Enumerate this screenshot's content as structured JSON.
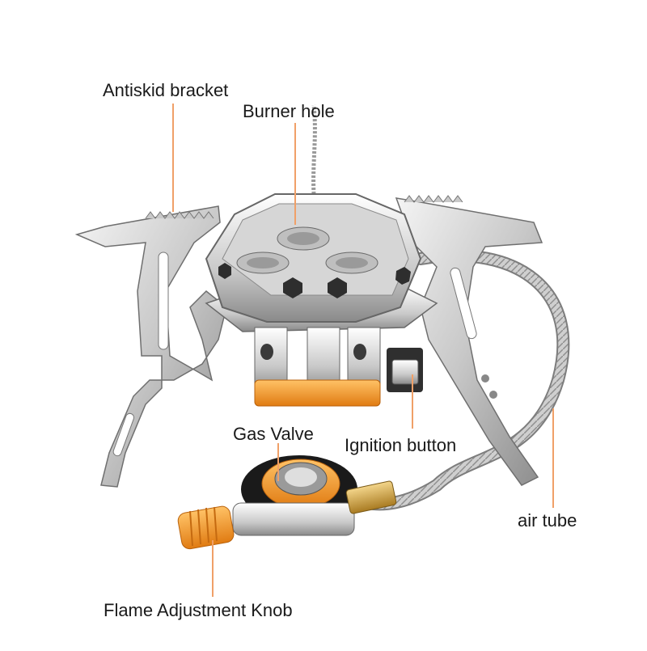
{
  "colors": {
    "leader": "#f0a068",
    "steel_light": "#e8e8e8",
    "steel_mid": "#b9b9b9",
    "steel_dark": "#7a7a7a",
    "orange": "#f39a2a",
    "brass": "#c9a04a"
  },
  "labels": {
    "antiskid_bracket": "Antiskid bracket",
    "burner_hole": "Burner hole",
    "gas_valve": "Gas Valve",
    "ignition_button": "Ignition button",
    "air_tube": "air tube",
    "flame_adjustment_knob": "Flame Adjustment Knob"
  }
}
